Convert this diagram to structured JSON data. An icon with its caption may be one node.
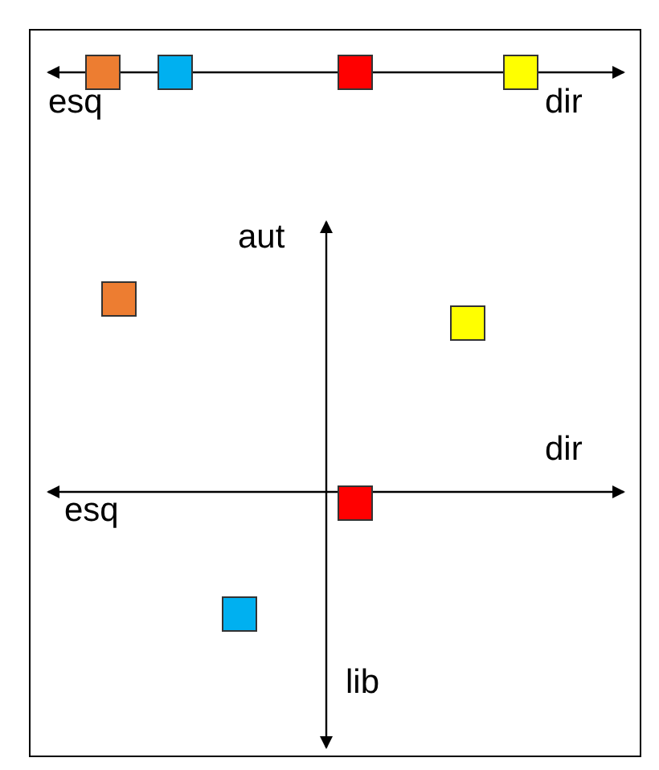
{
  "diagram": {
    "nodes": [
      {
        "text": [],
        "shape": "box"
      },
      {
        "text": [],
        "shape": "box"
      },
      {
        "text": [],
        "shape": "box"
      },
      {
        "text": [],
        "shape": "box"
      },
      {
        "text": [],
        "shape": "box"
      },
      {
        "text": [],
        "shape": "box"
      },
      {
        "text": [],
        "shape": "box"
      },
      {
        "text": [],
        "shape": "box"
      }
    ],
    "labels": [
      "esq",
      "dir",
      "aut",
      "dir",
      "esq",
      "lib"
    ]
  }
}
